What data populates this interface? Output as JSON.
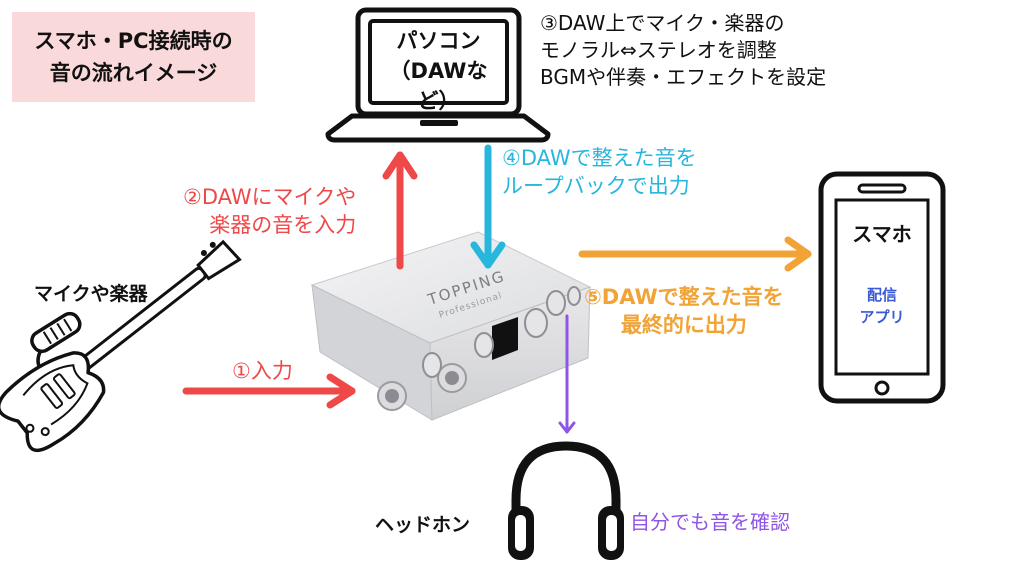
{
  "title": {
    "line1": "スマホ・PC接続時の",
    "line2": "音の流れイメージ"
  },
  "nodes": {
    "pc": {
      "line1": "パソコン",
      "line2": "（DAWなど）"
    },
    "phone": {
      "label": "スマホ",
      "app_line1": "配信",
      "app_line2": "アプリ"
    },
    "mic_instruments": "マイクや楽器",
    "headphones": "ヘッドホン",
    "interface_brand": "TOPPING",
    "interface_sub": "Professional"
  },
  "steps": {
    "step1": "①入力",
    "step2": {
      "line1": "②DAWにマイクや",
      "line2": "楽器の音を入力"
    },
    "step3": {
      "line1": "③DAW上でマイク・楽器の",
      "line2": "モノラル⇔ステレオを調整",
      "line3": "BGMや伴奏・エフェクトを設定"
    },
    "step4": {
      "line1": "④DAWで整えた音を",
      "line2": "ループバックで出力"
    },
    "step5": {
      "line1": "⑤DAWで整えた音を",
      "line2": "最終的に出力"
    },
    "monitor": "自分でも音を確認"
  },
  "colors": {
    "title_bg": "#f9d9da",
    "input_arrow": "#ef4848",
    "loopback_arrow": "#27b6dc",
    "output_arrow": "#f2a335",
    "monitor_arrow": "#8f55e6"
  }
}
